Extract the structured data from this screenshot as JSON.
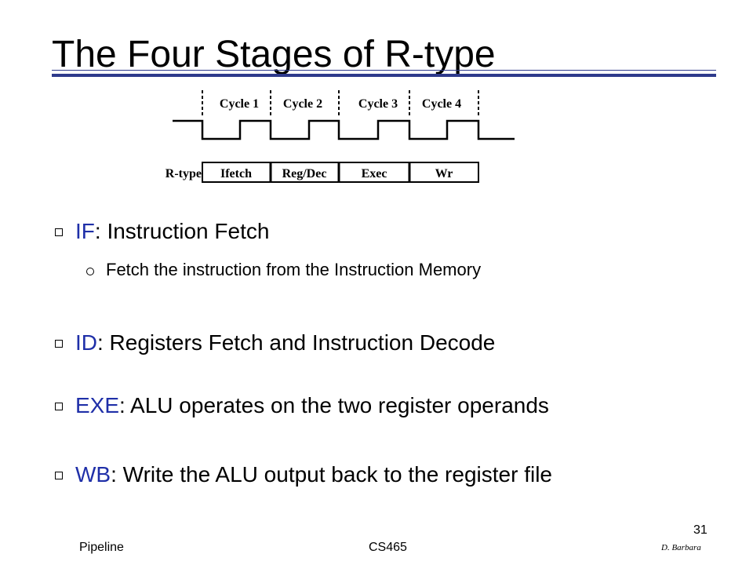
{
  "slide": {
    "title": "The Four Stages of R-type",
    "page_number": "31"
  },
  "diagram": {
    "cycles": [
      "Cycle 1",
      "Cycle 2",
      "Cycle 3",
      "Cycle 4"
    ],
    "row_label": "R-type",
    "stages": [
      "Ifetch",
      "Reg/Dec",
      "Exec",
      "Wr"
    ]
  },
  "bullets": [
    {
      "key": "IF",
      "text": ": Instruction Fetch",
      "sub": "Fetch the instruction from the Instruction Memory"
    },
    {
      "key": "ID",
      "text": ": Registers Fetch  and Instruction Decode"
    },
    {
      "key": "EXE",
      "text": ": ALU operates on the two register operands"
    },
    {
      "key": "WB",
      "text": ": Write the ALU output back to the register file"
    }
  ],
  "footer": {
    "left": "Pipeline",
    "center": "CS465",
    "author": "D. Barbara"
  }
}
